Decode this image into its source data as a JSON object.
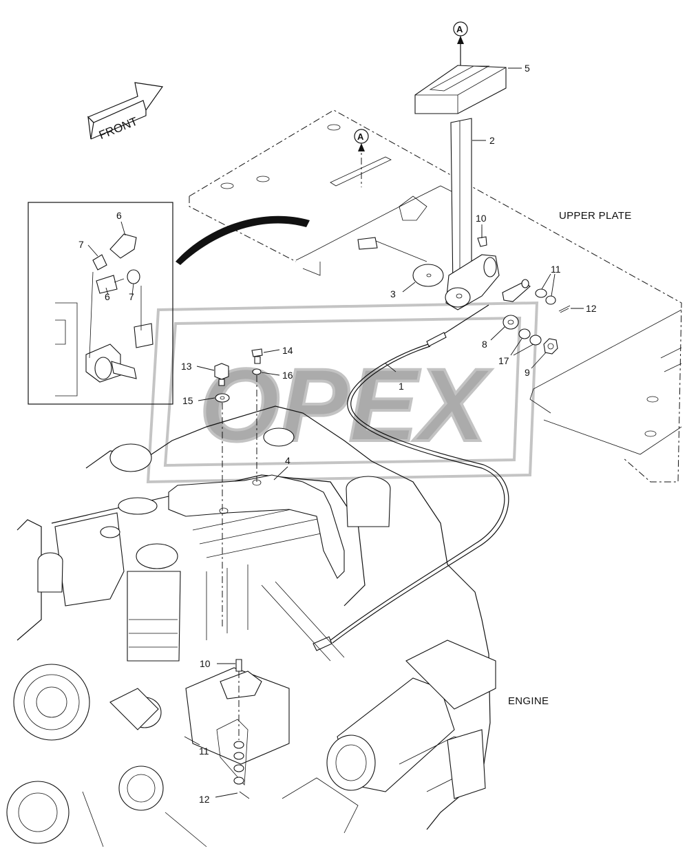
{
  "labels": {
    "front": "FRONT",
    "upper_plate": "UPPER PLATE",
    "engine": "ENGINE",
    "ref_a": "A"
  },
  "callouts": [
    "1",
    "2",
    "3",
    "4",
    "5",
    "6",
    "7",
    "8",
    "9",
    "10",
    "11",
    "12",
    "13",
    "14",
    "15",
    "16",
    "17"
  ],
  "inset_callouts": [
    "6",
    "7",
    "6",
    "7"
  ],
  "watermark": "OPEX"
}
